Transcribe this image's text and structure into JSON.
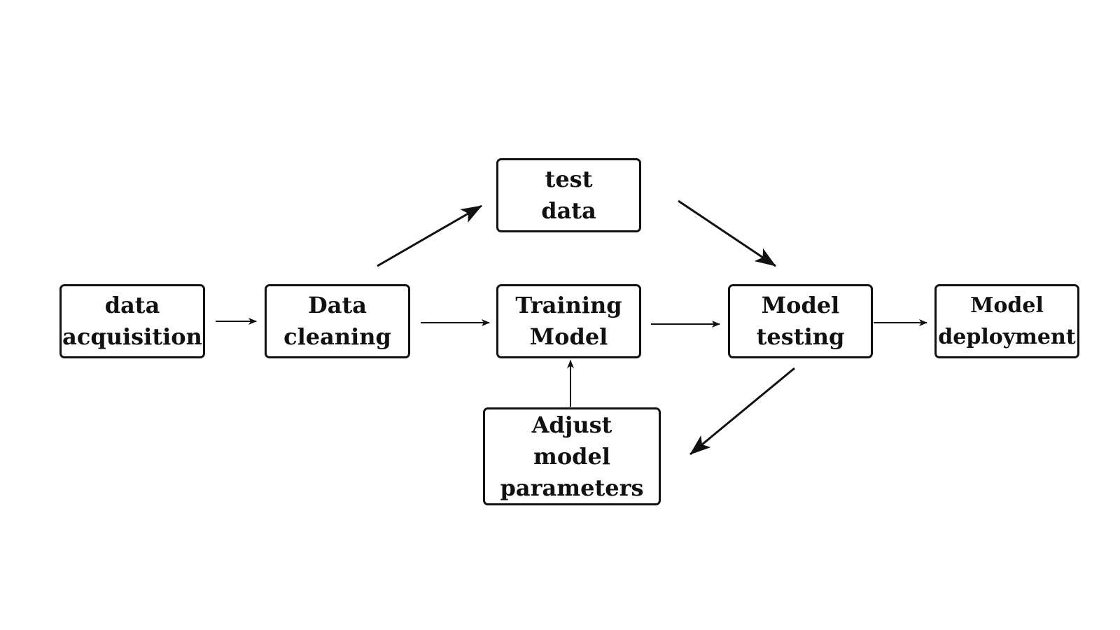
{
  "nodes": {
    "data_acquisition": {
      "lines": [
        "data",
        "acquisition"
      ]
    },
    "data_cleaning": {
      "lines": [
        "Data",
        "cleaning"
      ]
    },
    "test_data": {
      "lines": [
        "test",
        "data"
      ]
    },
    "training_model": {
      "lines": [
        "Training",
        "Model"
      ]
    },
    "model_testing": {
      "lines": [
        "Model",
        "testing"
      ]
    },
    "model_deployment": {
      "lines": [
        "Model",
        "deployment"
      ]
    },
    "adjust_parameters": {
      "lines": [
        "Adjust",
        "model",
        "parameters"
      ]
    }
  },
  "edges": [
    {
      "from": "data_acquisition",
      "to": "data_cleaning"
    },
    {
      "from": "data_cleaning",
      "to": "test_data"
    },
    {
      "from": "data_cleaning",
      "to": "training_model"
    },
    {
      "from": "test_data",
      "to": "model_testing"
    },
    {
      "from": "training_model",
      "to": "model_testing"
    },
    {
      "from": "model_testing",
      "to": "model_deployment"
    },
    {
      "from": "model_testing",
      "to": "adjust_parameters"
    },
    {
      "from": "adjust_parameters",
      "to": "training_model"
    }
  ],
  "colors": {
    "stroke": "#111111",
    "background": "#ffffff"
  }
}
